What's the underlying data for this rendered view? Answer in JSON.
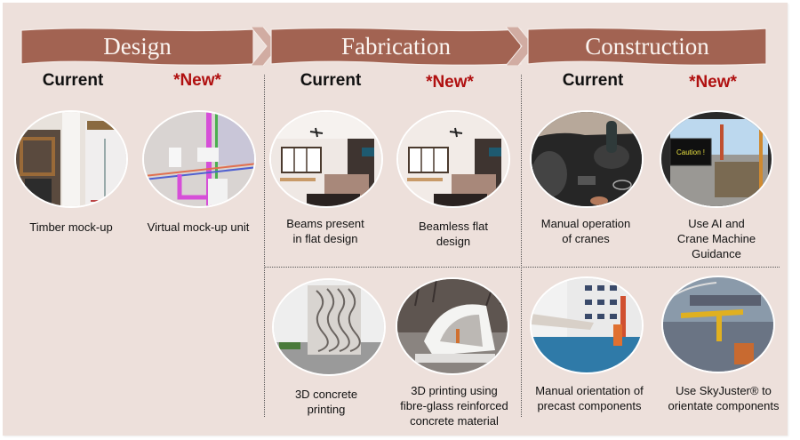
{
  "stages": [
    {
      "title": "Design"
    },
    {
      "title": "Fabrication"
    },
    {
      "title": "Construction"
    }
  ],
  "column_headers": {
    "current": "Current",
    "new": "*New*"
  },
  "colors": {
    "background": "#ede0db",
    "arrow_fill": "#a26352",
    "chevron_fill": "#d1aca2",
    "current_text": "#111111",
    "new_text": "#b01010"
  },
  "items": {
    "design_current": {
      "caption": "Timber mock-up",
      "image": "timber mock-up bathroom photo"
    },
    "design_new": {
      "caption": "Virtual mock-up unit",
      "image": "virtual BIM bathroom model with pipes"
    },
    "fab_current_1": {
      "caption_line1": "Beams present",
      "caption_line2": "in flat design",
      "image": "bedroom render with beams"
    },
    "fab_new_1": {
      "caption_line1": "Beamless flat",
      "caption_line2": "design",
      "image": "bedroom render without beams"
    },
    "fab_current_2": {
      "caption_line1": "3D concrete",
      "caption_line2": "printing",
      "image": "3D printed concrete wall panel"
    },
    "fab_new_2": {
      "caption_line1": "3D printing using",
      "caption_line2": "fibre-glass reinforced",
      "caption_line3": "concrete material",
      "image": "3D printed shelter pavilion"
    },
    "con_current_1": {
      "caption_line1": "Manual operation",
      "caption_line2": "of cranes",
      "image": "crane joystick controls"
    },
    "con_new_1": {
      "caption_line1": "Use AI and",
      "caption_line2": "Crane Machine",
      "caption_line3": "Guidance",
      "image": "crane cabin display showing Caution"
    },
    "con_current_2": {
      "caption_line1": "Manual orientation of",
      "caption_line2": "precast components",
      "image": "precast component lifted by crane"
    },
    "con_new_2": {
      "caption_line1": "Use SkyJuster® to",
      "caption_line2": "orientate components",
      "image": "SkyJuster device over city"
    }
  },
  "screen_text": {
    "caution": "Caution !"
  }
}
